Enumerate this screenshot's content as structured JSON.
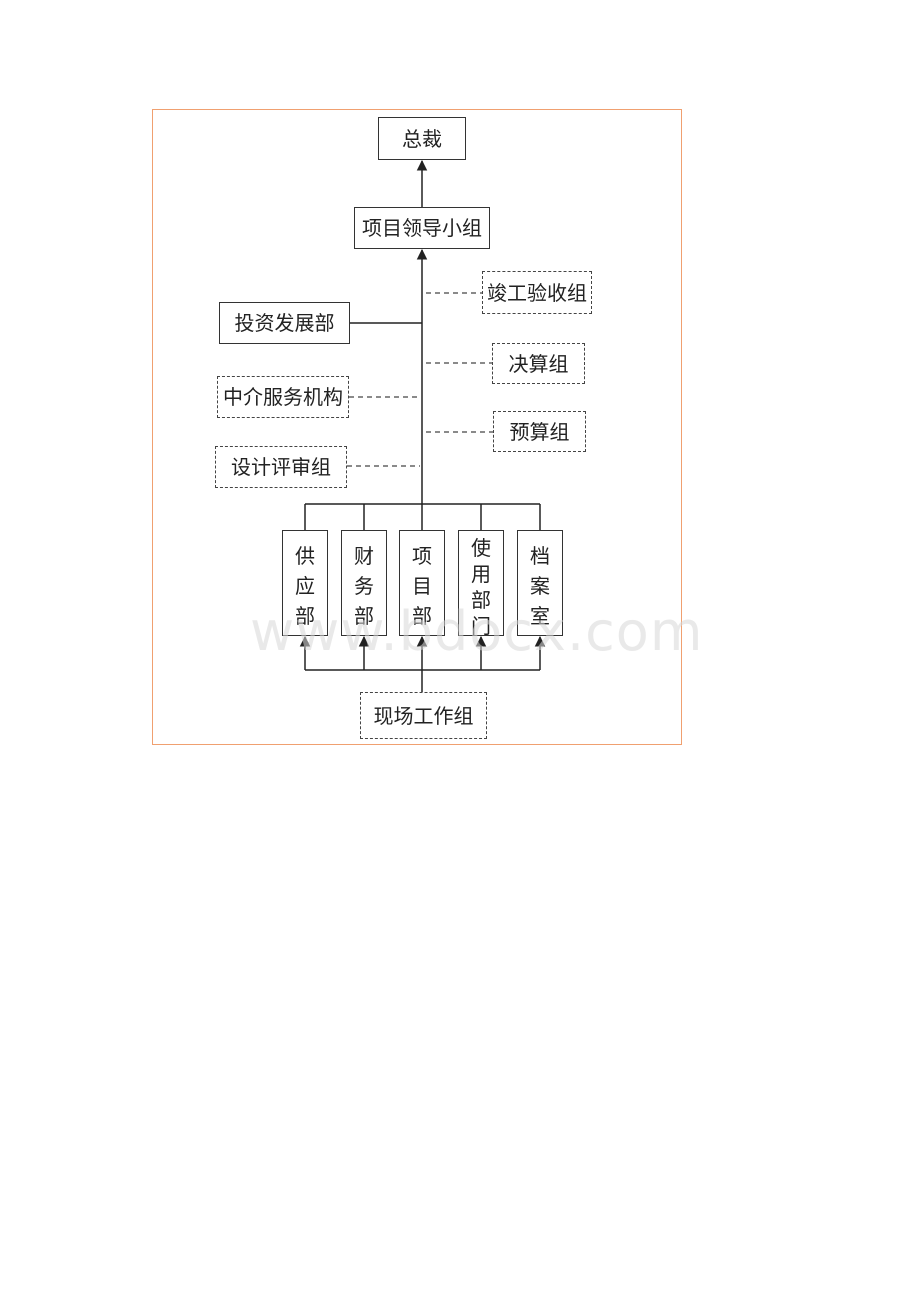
{
  "nodes": {
    "president": "总裁",
    "leadership_group": "项目领导小组",
    "completion_group": "竣工验收组",
    "investment_dept": "投资发展部",
    "final_accounts_group": "决算组",
    "intermediary": "中介服务机构",
    "budget_group": "预算组",
    "design_review_group": "设计评审组",
    "supply_dept": [
      "供",
      "应",
      "部"
    ],
    "finance_dept": [
      "财",
      "务",
      "部"
    ],
    "project_dept": [
      "项",
      "目",
      "部"
    ],
    "user_dept": [
      "使",
      "用",
      "部",
      "门"
    ],
    "archive_room": [
      "档",
      "案",
      "室"
    ],
    "site_work_group": "现场工作组"
  },
  "watermark": "www.bdocx.com",
  "colors": {
    "frame": "#f0a070",
    "line": "#333333"
  }
}
